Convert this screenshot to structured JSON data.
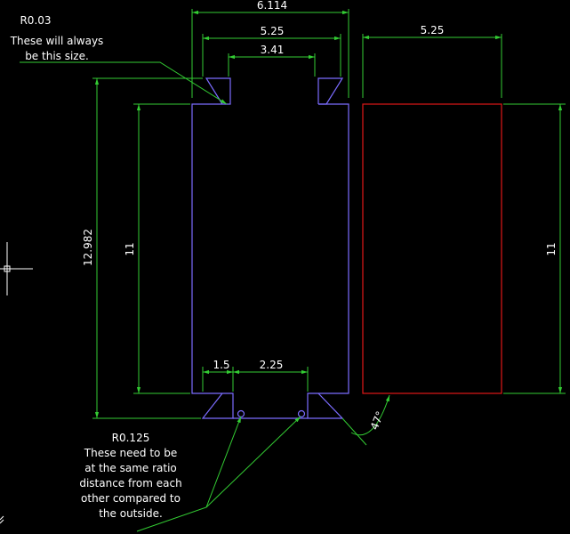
{
  "colors": {
    "background": "#000000",
    "outline_left": "#7b6cff",
    "outline_right": "#e01818",
    "dimension": "#33cc33",
    "text": "#ffffff",
    "crosshair": "#ffffff"
  },
  "dimensions": {
    "overall_width": "6.114",
    "inner_width": "5.25",
    "notch_span": "3.41",
    "right_width": "5.25",
    "overall_height": "12.982",
    "inner_height": "11",
    "right_height": "11",
    "bottom_offset": "1.5",
    "bottom_span": "2.25",
    "angle": "47°"
  },
  "notes": {
    "top_radius_label": "R0.03",
    "top_note_line1": "These will always",
    "top_note_line2": "be this size.",
    "bottom_radius_label": "R0.125",
    "bottom_note_line1": "These need to be",
    "bottom_note_line2": "at the same ratio",
    "bottom_note_line3": "distance from each",
    "bottom_note_line4": "other compared to",
    "bottom_note_line5": "the outside."
  }
}
